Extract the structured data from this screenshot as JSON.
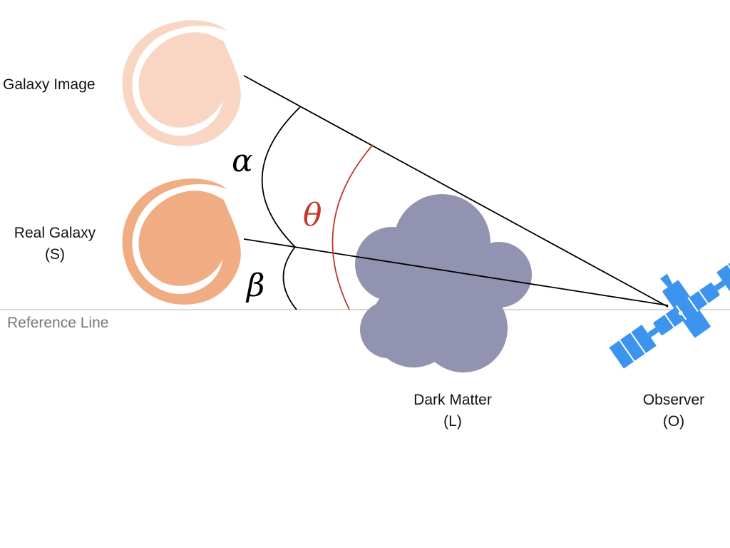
{
  "labels": {
    "galaxy_image": "Galaxy Image",
    "real_galaxy_line1": "Real Galaxy",
    "real_galaxy_line2": "(S)",
    "reference_line": "Reference Line",
    "dark_matter_line1": "Dark Matter",
    "dark_matter_line2": "(L)",
    "observer_line1": "Observer",
    "observer_line2": "(O)"
  },
  "angles": {
    "alpha": "α",
    "beta": "β",
    "theta": "θ"
  },
  "colors": {
    "galaxy_image": "#f8d6c3",
    "real_galaxy": "#f0ac82",
    "dark_matter": "#9193b1",
    "satellite": "#3d94ef",
    "theta_arc": "#c0392b",
    "reference_line": "#cccccc",
    "reference_text": "#777777",
    "lines": "#000000"
  },
  "icons": {
    "galaxy_image": "spiral-galaxy-icon",
    "real_galaxy": "spiral-galaxy-icon",
    "dark_matter": "cloud-icon",
    "observer": "satellite-icon"
  }
}
